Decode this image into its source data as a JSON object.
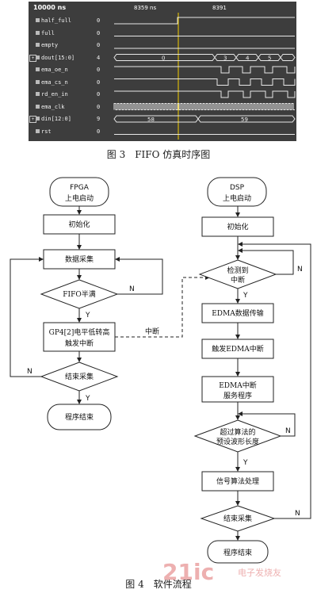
{
  "waveform": {
    "time_header": "10000 ns",
    "cursor1": "8359 ns",
    "cursor2": "8391",
    "signals": [
      {
        "name": "half_full",
        "value": "0"
      },
      {
        "name": "full",
        "value": "0"
      },
      {
        "name": "empty",
        "value": "0"
      },
      {
        "name": "dout[15:0]",
        "value": "4",
        "bus": true
      },
      {
        "name": "ema_oe_n",
        "value": "0"
      },
      {
        "name": "ema_cs_n",
        "value": "0"
      },
      {
        "name": "rd_en_in",
        "value": "0"
      },
      {
        "name": "ema_clk",
        "value": "0"
      },
      {
        "name": "din[12:0]",
        "value": "9",
        "bus": true
      },
      {
        "name": "rst",
        "value": "0"
      }
    ],
    "dout_labels": [
      "0",
      "3",
      "4",
      "5"
    ],
    "din_labels": [
      "58",
      "59"
    ]
  },
  "figure3_caption": "图 3　FIFO 仿真时序图",
  "figure4_caption": "图 4　软件流程",
  "fpga": {
    "start_line1": "FPGA",
    "start_line2": "上电启动",
    "init": "初始化",
    "collect": "数据采集",
    "fifo_full": "FIFO半满",
    "gp4_line1": "GP4[2]电平低转高",
    "gp4_line2": "触发中断",
    "end_collect": "结束采集",
    "program_end": "程序结束"
  },
  "dsp": {
    "start_line1": "DSP",
    "start_line2": "上电启动",
    "init": "初始化",
    "detect_line1": "检测到",
    "detect_line2": "中断",
    "edma": "EDMA数据传输",
    "trigger": "触发EDMA中断",
    "service_line1": "EDMA中断",
    "service_line2": "服务程序",
    "exceed_line1": "超过算法的",
    "exceed_line2": "预设波形长度",
    "signal_proc": "信号算法处理",
    "end_collect": "结束采集",
    "program_end": "程序结束"
  },
  "labels": {
    "yes": "Y",
    "no": "N",
    "interrupt": "中断"
  },
  "watermark": {
    "logo": "21ic",
    "site": "电子发烧友"
  }
}
